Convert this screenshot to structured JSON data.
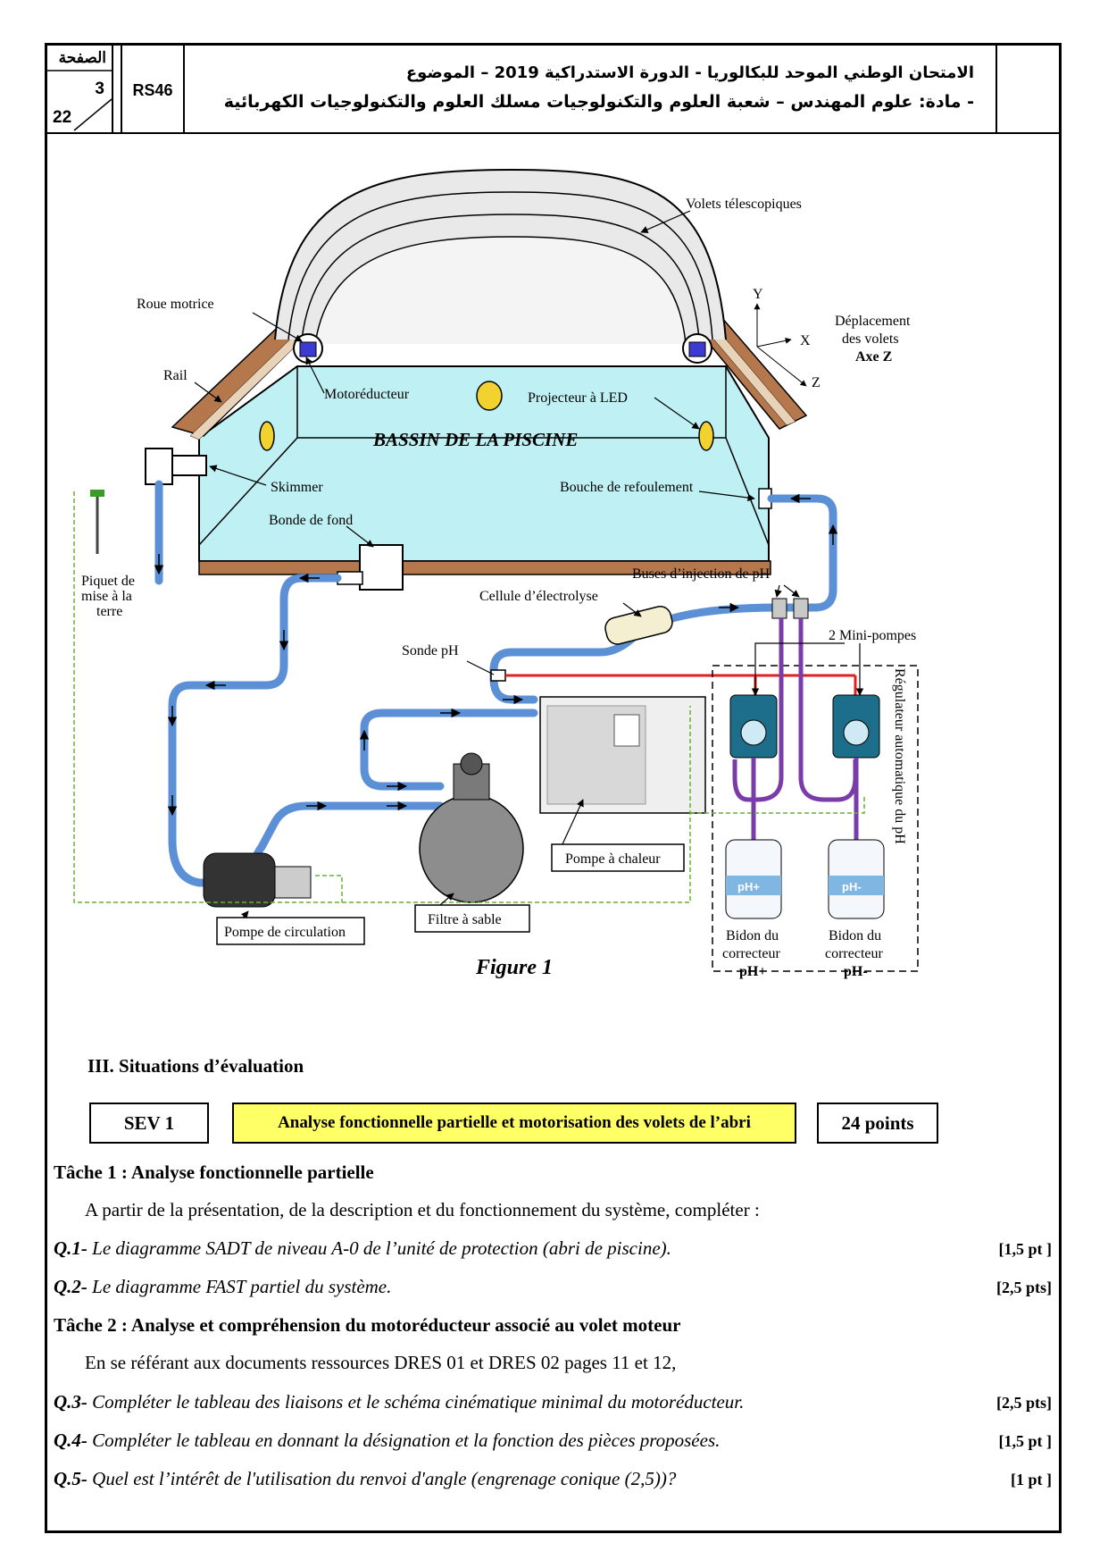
{
  "header": {
    "page_label": "الصفحة",
    "page_number": "3",
    "page_total": "22",
    "code": "RS46",
    "title_line1": "الامتحان الوطني الموحد للبكالوريا - الدورة الاستدراكية 2019 – الموضوع",
    "title_line2": "- مادة: علوم المهندس – شعبة العلوم والتكنولوجيات مسلك العلوم والتكنولوجيات الكهربائية"
  },
  "figure": {
    "caption": "Figure 1",
    "labels": {
      "volets": "Volets télescopiques",
      "roue": "Roue motrice",
      "rail": "Rail",
      "moto": "Motoréducteur",
      "projecteur": "Projecteur à LED",
      "bassin": "BASSIN DE LA PISCINE",
      "skimmer": "Skimmer",
      "bouche": "Bouche de refoulement",
      "bonde": "Bonde de fond",
      "buses": "Buses d’injection de pH",
      "cellule": "Cellule d’électrolyse",
      "minipompes": "2 Mini-pompes",
      "sonde": "Sonde pH",
      "piquet_1": "Piquet de",
      "piquet_2": "mise à la",
      "piquet_3": "terre",
      "pompe_chaleur": "Pompe à chaleur",
      "filtre": "Filtre à sable",
      "pompe_circ": "Pompe de circulation",
      "bidon_plus_1": "Bidon du",
      "bidon_plus_2": "correcteur",
      "bidon_plus_3": "pH+",
      "bidon_minus_1": "Bidon du",
      "bidon_minus_2": "correcteur",
      "bidon_minus_3": "pH-",
      "regulateur": "Régulateur automatique du pH",
      "depl_1": "Déplacement",
      "depl_2": "des volets",
      "depl_3": "Axe Z",
      "axis_x": "X",
      "axis_y": "Y",
      "axis_z": "Z",
      "can_plus": "pH+",
      "can_minus": "pH-"
    }
  },
  "section": {
    "title": "III. Situations d’évaluation",
    "sev_label": "SEV 1",
    "sev_title": "Analyse fonctionnelle partielle et motorisation des volets de l’abri",
    "sev_points": "24 points"
  },
  "tasks": {
    "t1_title": "Tâche 1 : Analyse fonctionnelle partielle",
    "t1_intro": "A partir de la présentation, de la description et du fonctionnement du système, compléter :",
    "q1_num": "Q.1-",
    "q1_text": "Le diagramme SADT de niveau A-0 de l’unité de protection (abri de piscine).",
    "q1_pts": "[1,5 pt ]",
    "q2_num": "Q.2-",
    "q2_text": "Le diagramme FAST partiel du système.",
    "q2_pts": "[2,5 pts]",
    "t2_title": "Tâche 2 : Analyse et compréhension du motoréducteur associé au volet moteur",
    "t2_intro": "En se référant aux documents ressources DRES 01 et DRES 02 pages 11 et 12,",
    "q3_num": "Q.3-",
    "q3_text": "Compléter le tableau des liaisons et le schéma cinématique minimal du motoréducteur.",
    "q3_pts": "[2,5 pts]",
    "q4_num": "Q.4-",
    "q4_text": "Compléter le tableau en donnant la désignation et la fonction des pièces proposées.",
    "q4_pts": "[1,5 pt ]",
    "q5_num": "Q.5-",
    "q5_text": "Quel est l’intérêt de l'utilisation du renvoi d'angle (engrenage conique (2,5))?",
    "q5_pts": "[1 pt ]"
  },
  "colors": {
    "pipe": "#5b8fd6",
    "water": "#bff1f4",
    "wood": "#b5784d",
    "highlight": "#ffff66"
  }
}
